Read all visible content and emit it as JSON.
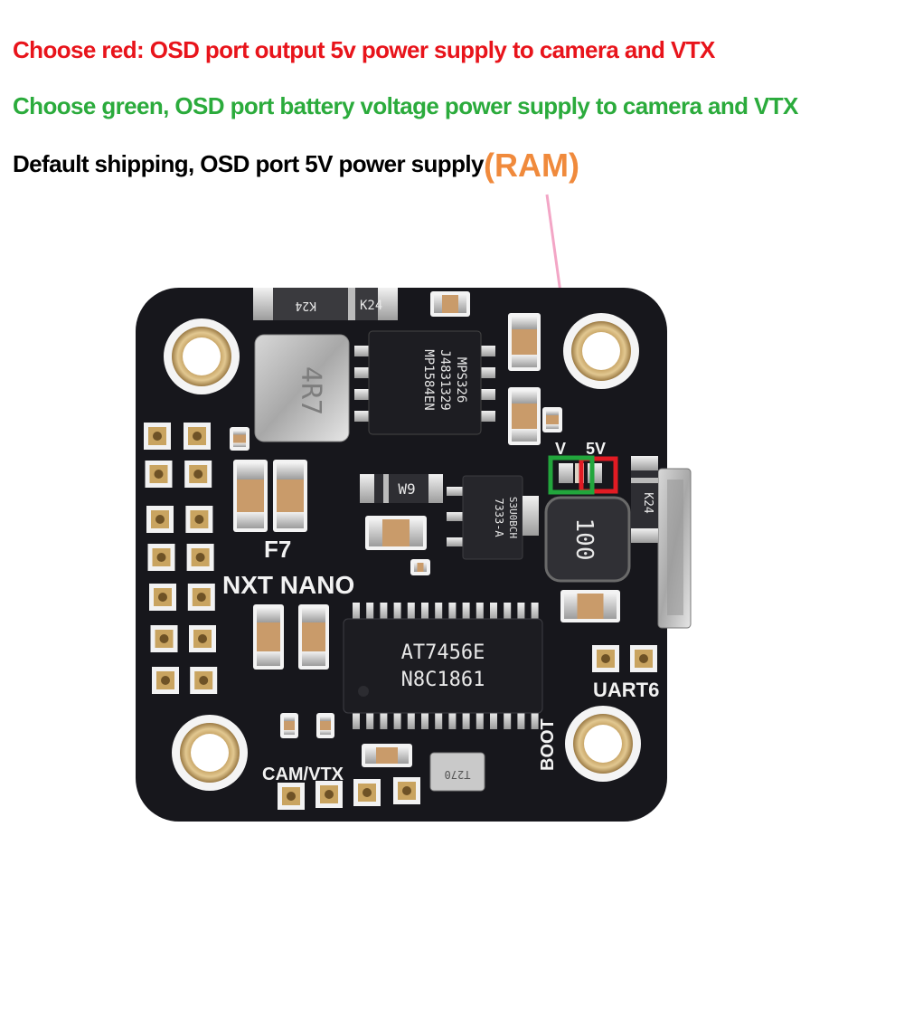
{
  "captions": {
    "red": "Choose red: OSD port output 5v power supply to camera and VTX",
    "green": "Choose green, OSD port battery voltage power supply to camera and VTX",
    "default": "Default shipping, OSD port 5V power supply",
    "ram": "(RAM)"
  },
  "board_labels": {
    "f7": "F7",
    "nxt_nano": "NXT NANO",
    "uart6": "UART6",
    "boot": "BOOT",
    "cam_vtx": "CAM/VTX",
    "v": "V",
    "five_v": "5V",
    "inductor_main": "4R7",
    "inductor_small": "100",
    "osd_chip_line1": "AT7456E",
    "osd_chip_line2": "N8C1861",
    "reg_chip_line1": "MP1584EN",
    "reg_chip_line2": "J4831329",
    "reg_chip_line3": "MPS326",
    "ldo_line1": "7333-A",
    "ldo_line2": "S3U0BCH",
    "diode_top": "K24",
    "diode_top_b": "K24",
    "diode_side": "K24",
    "diode_mid": "W9",
    "crystal": "T270"
  },
  "colors": {
    "red_caption": "#e8141b",
    "green_caption": "#2bab3c",
    "default_caption": "#000000",
    "ram_label": "#f08a3c",
    "pointer_line": "#f3a6c6",
    "red_box": "#e21b23",
    "green_box": "#22a63c",
    "pcb": "#17171c"
  }
}
